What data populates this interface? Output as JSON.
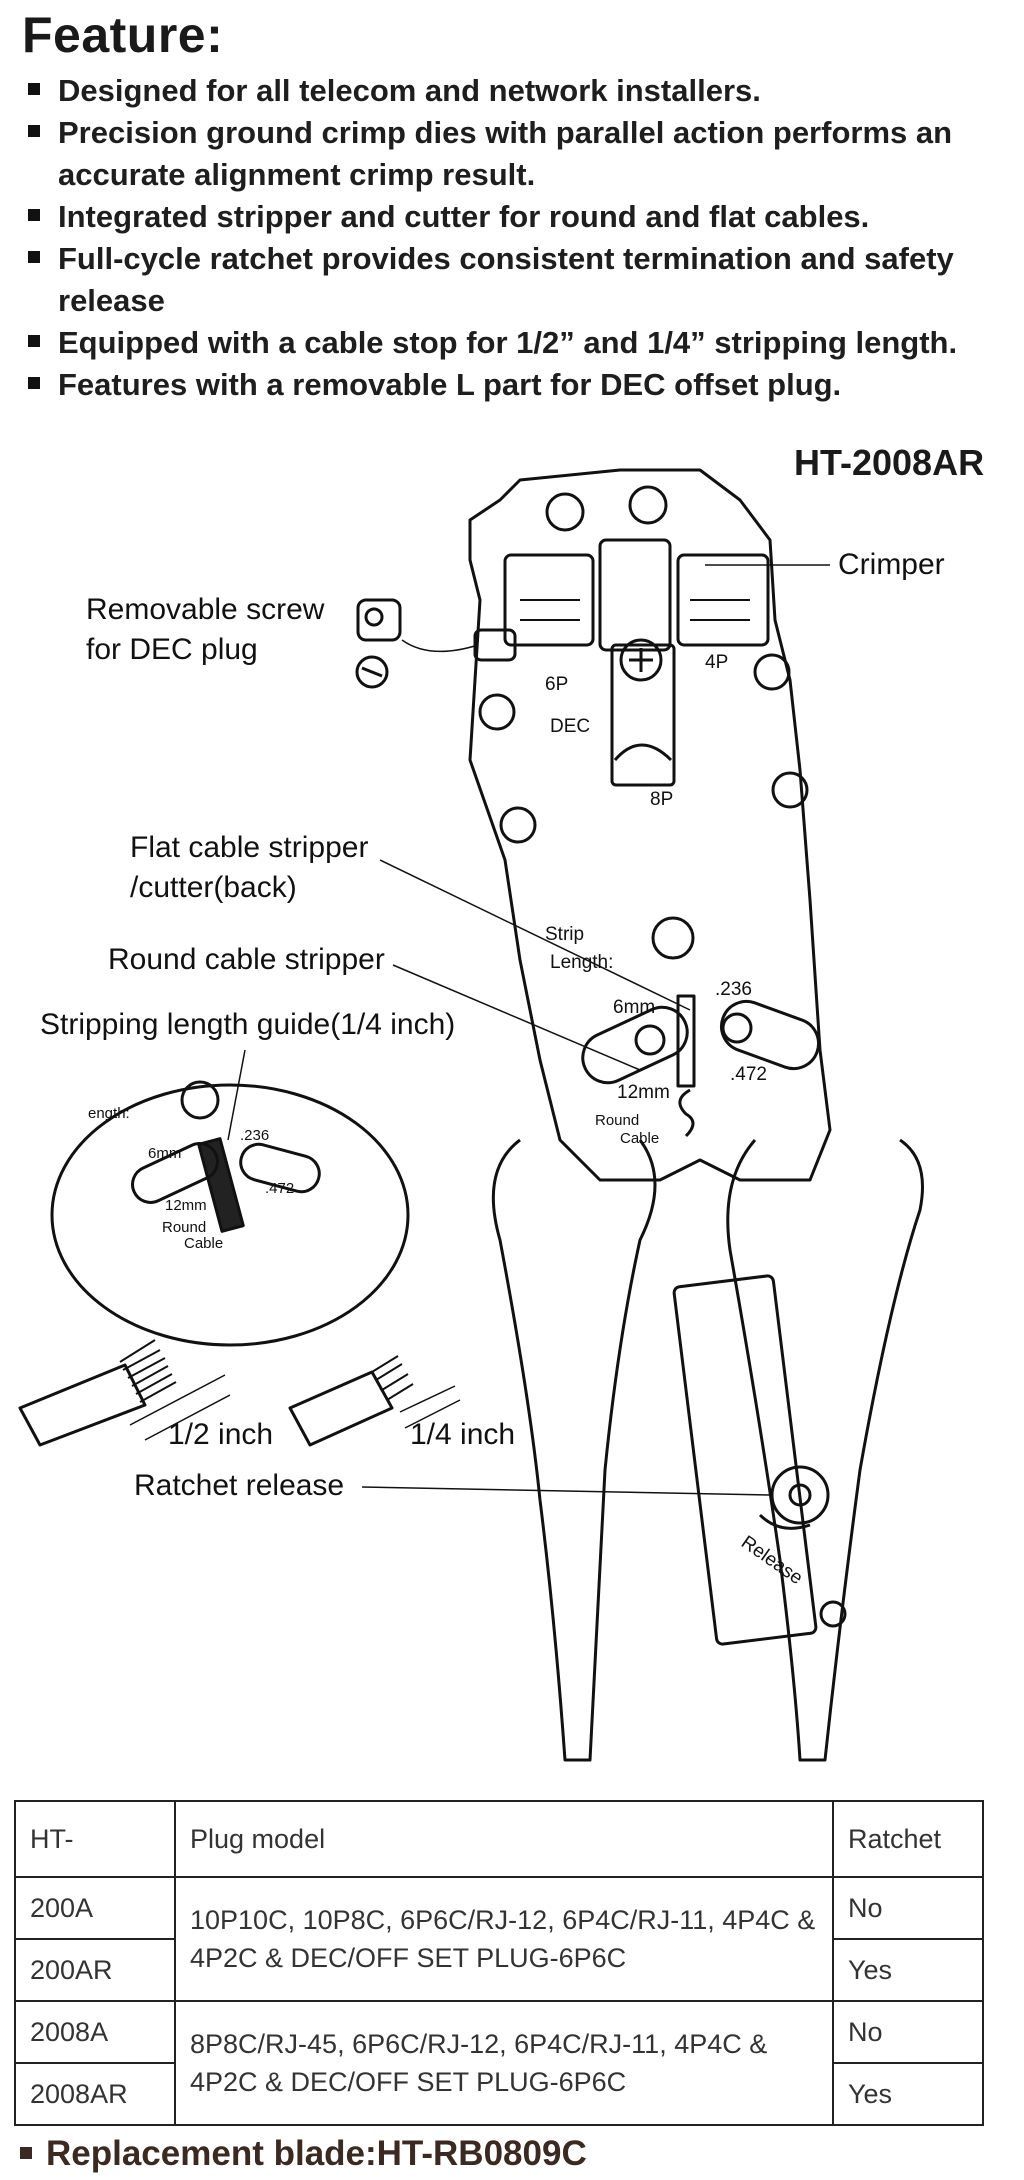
{
  "feature": {
    "title": "Feature:",
    "items": [
      "Designed for all telecom and network installers.",
      "Precision ground crimp dies with parallel action performs an accurate alignment crimp result.",
      "Integrated stripper and cutter for round and flat cables.",
      "Full-cycle ratchet provides consistent termination and safety release",
      "Equipped with a cable stop for 1/2” and 1/4” stripping length.",
      "Features with a removable L part for DEC offset plug."
    ]
  },
  "diagram": {
    "model": "HT-2008AR",
    "callouts": {
      "crimper": "Crimper",
      "removable_screw": "Removable screw\nfor DEC plug",
      "flat_cable_stripper": "Flat cable stripper\n/cutter(back)",
      "round_cable_stripper": "Round cable stripper",
      "stripping_length_guide": "Stripping length guide(1/4 inch)",
      "half_inch": "1/2 inch",
      "quarter_inch": "1/4 inch",
      "ratchet_release": "Ratchet release"
    },
    "tool_labels": {
      "p6": "6P",
      "dec": "DEC",
      "p4": "4P",
      "p8": "8P",
      "strip": "Strip",
      "length": "Length:",
      "mm6": "6mm",
      "mm12": "12mm",
      "in236": ".236",
      "in472": ".472",
      "round": "Round",
      "cable": "Cable",
      "release": "Release",
      "zoom_length": "ength:"
    }
  },
  "table": {
    "headers": [
      "HT-",
      "Plug model",
      "Ratchet"
    ],
    "groups": [
      {
        "models": [
          "200A",
          "200AR"
        ],
        "plug": "10P10C, 10P8C, 6P6C/RJ-12, 6P4C/RJ-11, 4P4C & 4P2C & DEC/OFF SET PLUG-6P6C",
        "ratchet": [
          "No",
          "Yes"
        ]
      },
      {
        "models": [
          "2008A",
          "2008AR"
        ],
        "plug": "8P8C/RJ-45, 6P6C/RJ-12, 6P4C/RJ-11, 4P4C & 4P2C & DEC/OFF SET PLUG-6P6C",
        "ratchet": [
          "No",
          "Yes"
        ]
      }
    ]
  },
  "replacement": "Replacement blade:HT-RB0809C"
}
